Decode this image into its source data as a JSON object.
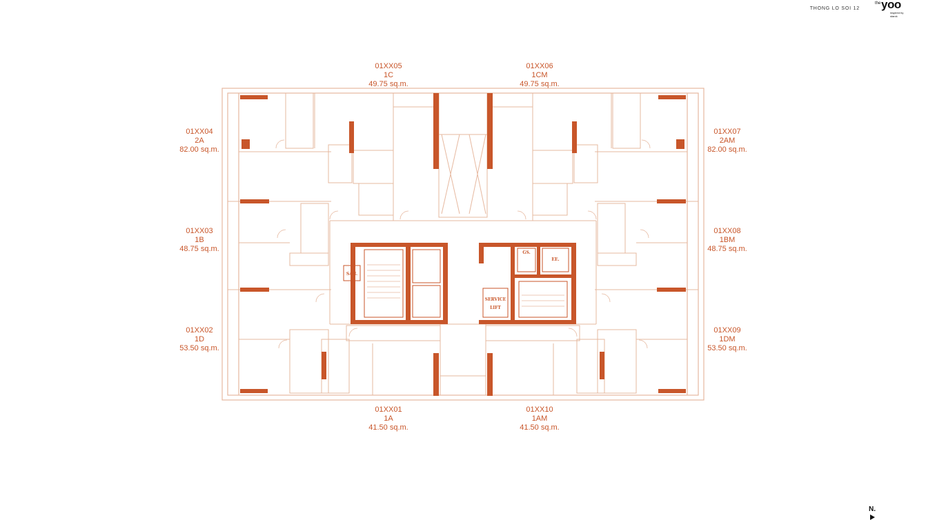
{
  "header": {
    "title": "THONG LO SOI 12",
    "logo_small": "the",
    "logo_main": "yoo",
    "logo_sub": "inspired by starck"
  },
  "colors": {
    "wall": "#c8562a",
    "line": "#e6b89f",
    "label": "#c8562a"
  },
  "units": [
    {
      "id": "01XX05",
      "type": "1C",
      "area": "49.75 sq.m."
    },
    {
      "id": "01XX06",
      "type": "1CM",
      "area": "49.75 sq.m."
    },
    {
      "id": "01XX04",
      "type": "2A",
      "area": "82.00 sq.m."
    },
    {
      "id": "01XX07",
      "type": "2AM",
      "area": "82.00 sq.m."
    },
    {
      "id": "01XX03",
      "type": "1B",
      "area": "48.75 sq.m."
    },
    {
      "id": "01XX08",
      "type": "1BM",
      "area": "48.75 sq.m."
    },
    {
      "id": "01XX02",
      "type": "1D",
      "area": "53.50 sq.m."
    },
    {
      "id": "01XX09",
      "type": "1DM",
      "area": "53.50 sq.m."
    },
    {
      "id": "01XX01",
      "type": "1A",
      "area": "41.50 sq.m."
    },
    {
      "id": "01XX10",
      "type": "1AM",
      "area": "41.50 sq.m."
    }
  ],
  "core_labels": {
    "service_lift_1": "SERVICE",
    "service_lift_2": "LIFT",
    "sanitary": "SAN.",
    "gas": "GS.",
    "electrical": "EE."
  },
  "north": {
    "label": "N.",
    "icon": "north-arrow-icon"
  }
}
